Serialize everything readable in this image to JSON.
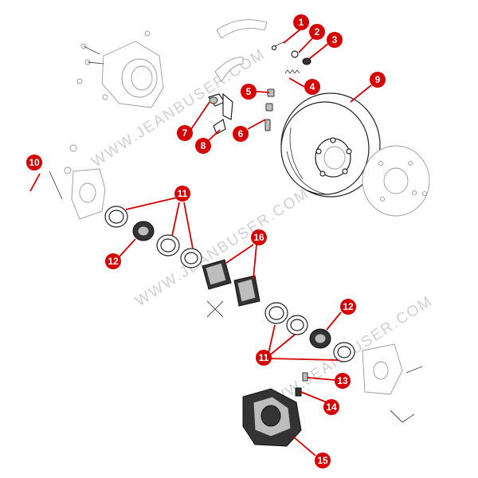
{
  "watermark": "WWW.JEANBUSER.COM",
  "callouts": {
    "c1": "1",
    "c2": "2",
    "c3": "3",
    "c4": "4",
    "c5": "5",
    "c6": "6",
    "c7": "7",
    "c8": "8",
    "c9": "9",
    "c10": "10",
    "c11a": "11",
    "c11b": "11",
    "c12a": "12",
    "c12b": "12",
    "c13": "13",
    "c14": "14",
    "c15": "15",
    "c16": "16"
  },
  "colors": {
    "callout_fill": "#d50000",
    "callout_text": "#ffffff",
    "line": "#222222"
  }
}
